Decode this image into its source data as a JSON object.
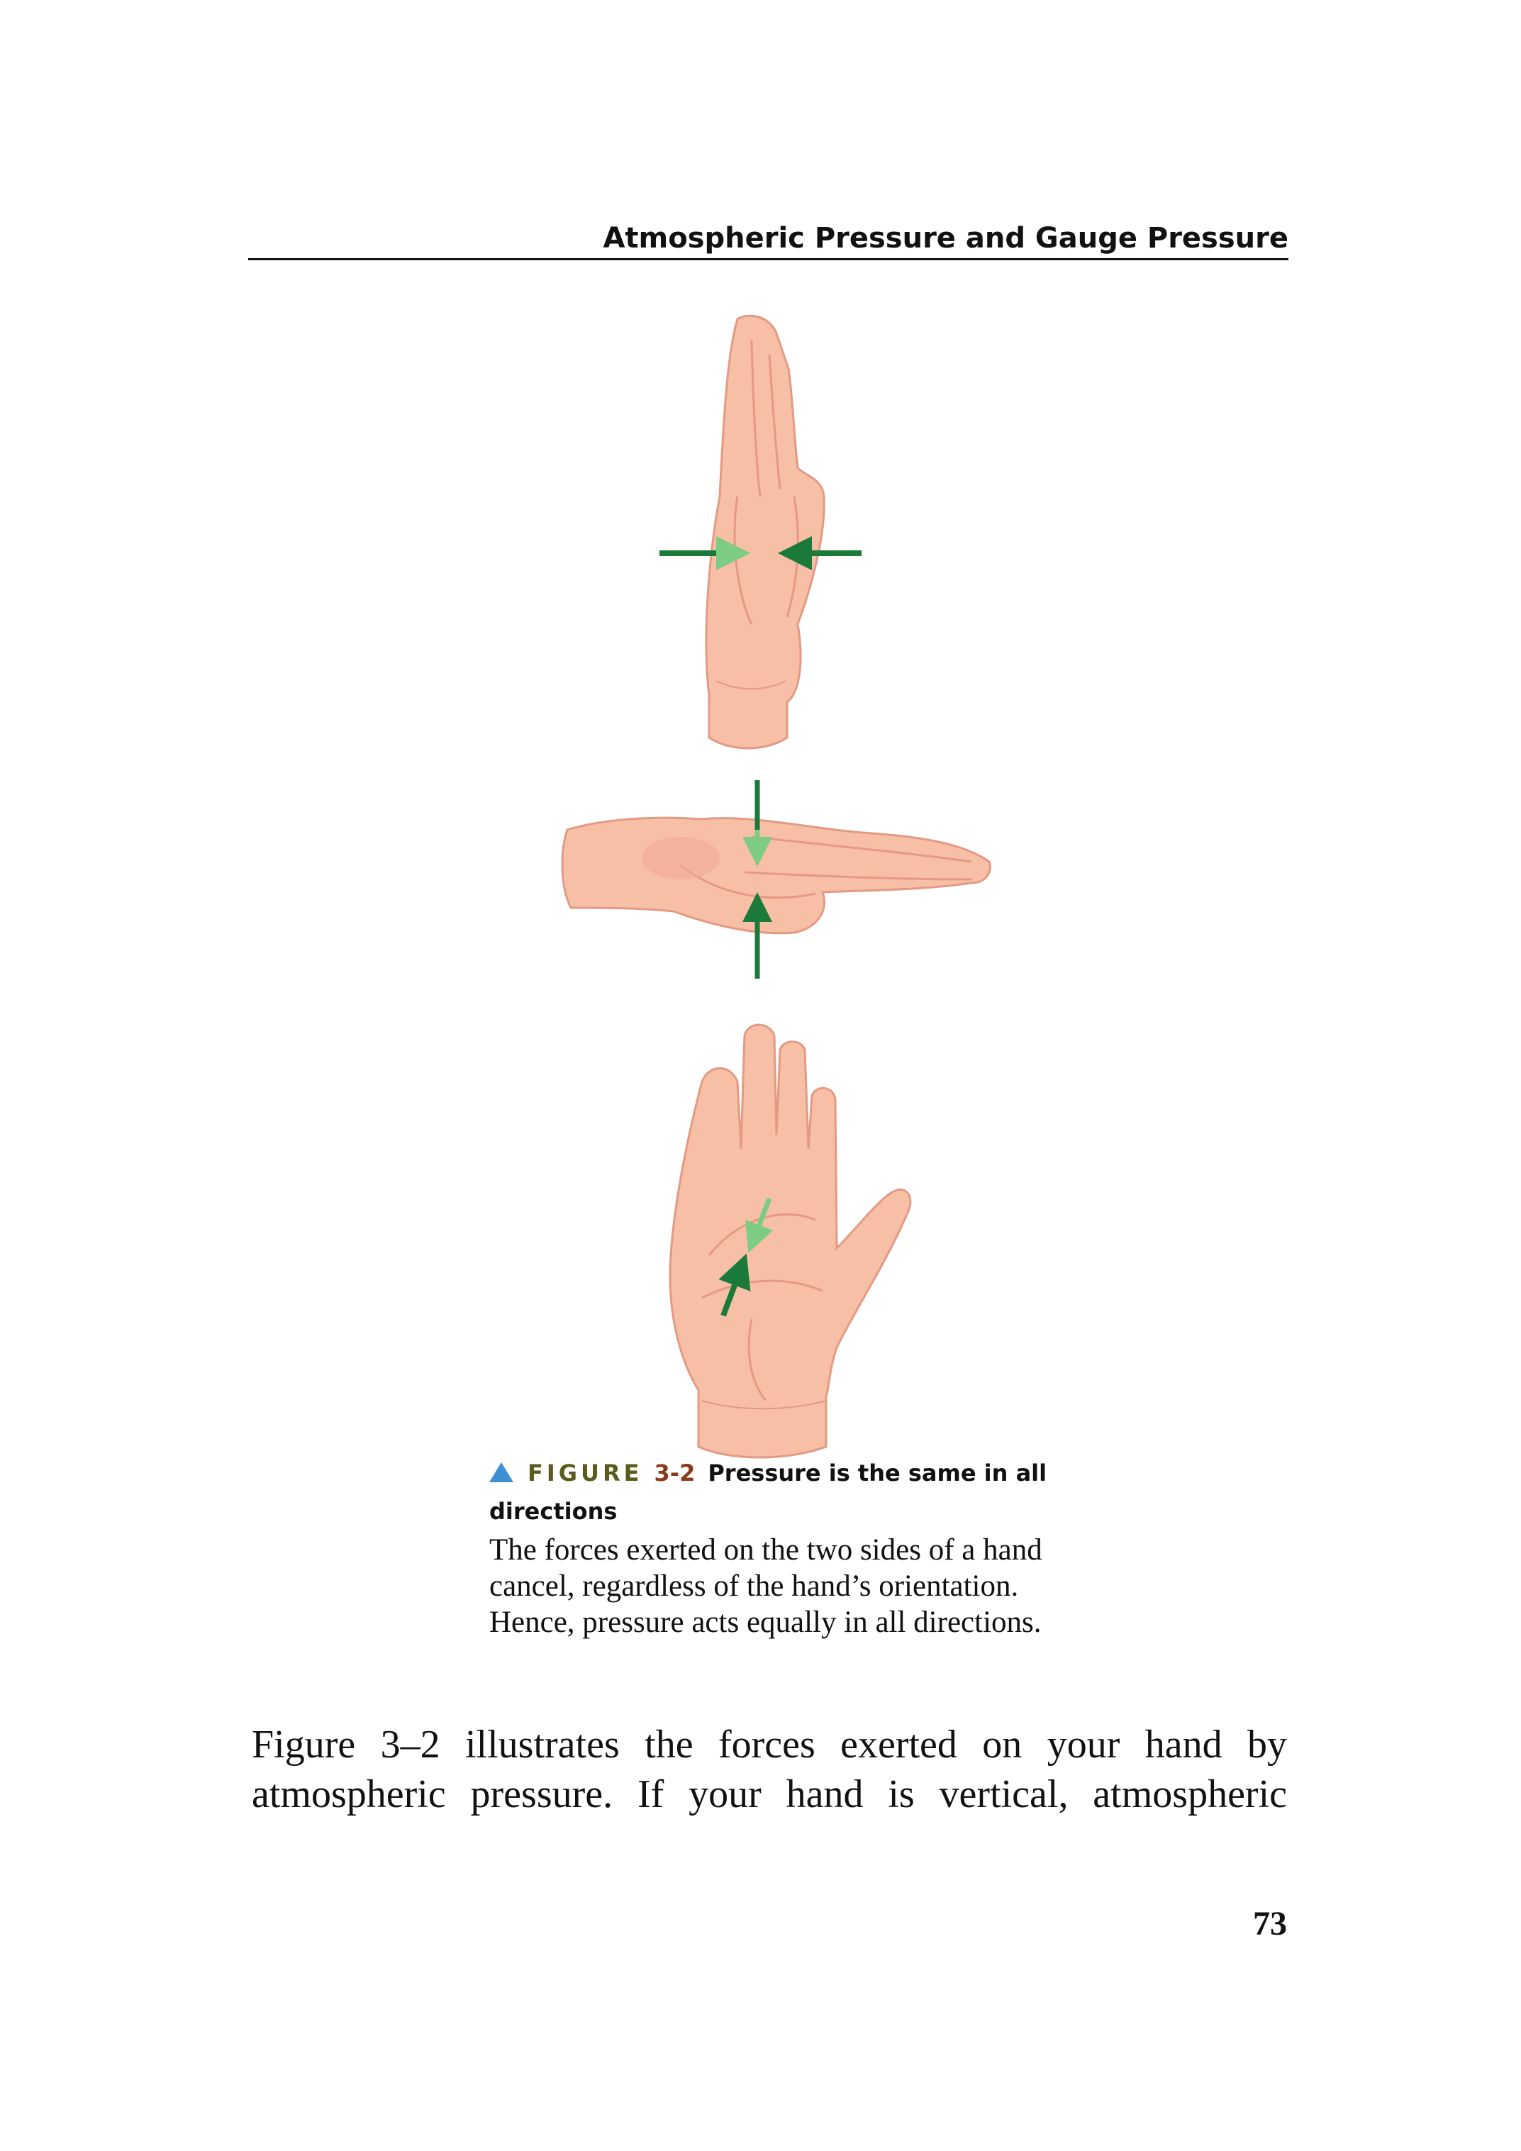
{
  "header": {
    "running_title": "Atmospheric Pressure and Gauge Pressure"
  },
  "figure": {
    "label": "FIGURE",
    "number": "3-2",
    "title": "Pressure is the same in all directions",
    "text": "The forces exerted on the two sides of a hand cancel, regardless of the hand’s orientation. Hence, pressure acts equally in all directions.",
    "colors": {
      "skin": "#f7bfa6",
      "skin_line": "#e49a82",
      "arrow_dark": "#1b7a3a",
      "arrow_light": "#7ccc84",
      "triangle": "#3d8fd6"
    }
  },
  "body": {
    "paragraph": "Figure 3–2 illustrates the forces exerted on your hand by atmospheric pressure. If your hand is vertical, atmospheric"
  },
  "page_number": "73"
}
